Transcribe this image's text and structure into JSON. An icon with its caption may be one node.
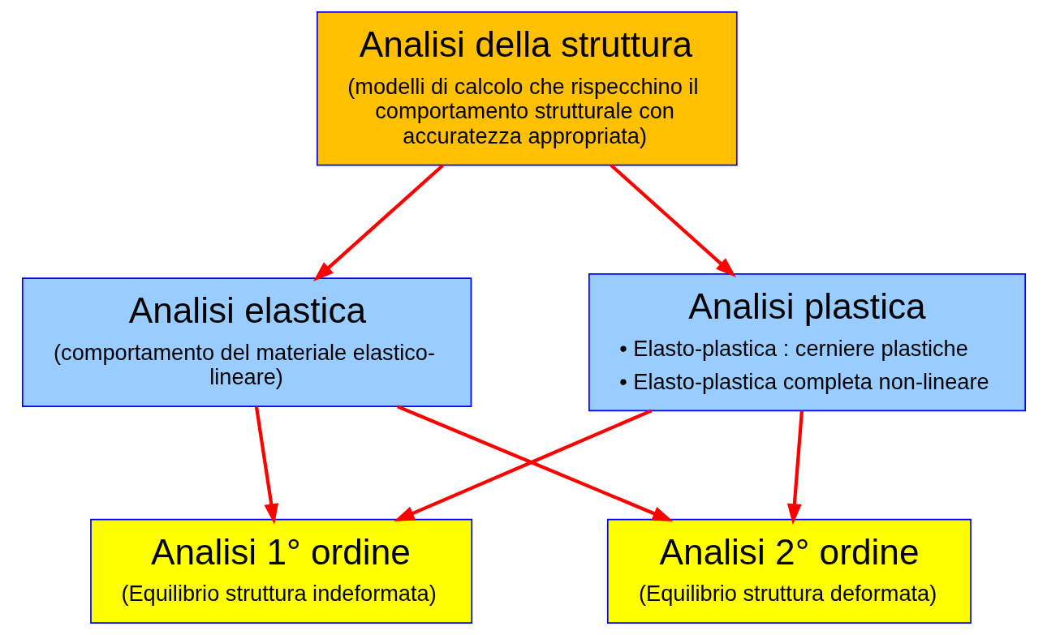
{
  "diagram": {
    "nodes": [
      {
        "text": [
          "Analisi della struttura",
          "(modelli di calcolo che rispecchino il comportamento strutturale con accuratezza appropriata)"
        ]
      },
      {
        "text": [
          "Analisi elastica",
          "(comportamento del materiale elastico-lineare)"
        ]
      },
      {
        "text": [
          "Analisi plastica",
          "• Elasto-plastica : cerniere plastiche",
          "• Elasto-plastica completa non-lineare"
        ]
      },
      {
        "text": [
          "Analisi 1° ordine",
          "(Equilibrio struttura indeformata)"
        ]
      },
      {
        "text": [
          "Analisi 2° ordine",
          "(Equilibrio struttura deformata)"
        ]
      }
    ],
    "edges": [
      {
        "from": 0,
        "to": 1,
        "arrow": "to",
        "color": "#ff0000"
      },
      {
        "from": 0,
        "to": 2,
        "arrow": "to",
        "color": "#ff0000"
      },
      {
        "from": 1,
        "to": 3,
        "arrow": "to",
        "color": "#ff0000"
      },
      {
        "from": 1,
        "to": 4,
        "arrow": "to",
        "color": "#ff0000"
      },
      {
        "from": 2,
        "to": 3,
        "arrow": "to",
        "color": "#ff0000"
      },
      {
        "from": 2,
        "to": 4,
        "arrow": "to",
        "color": "#ff0000"
      }
    ]
  }
}
